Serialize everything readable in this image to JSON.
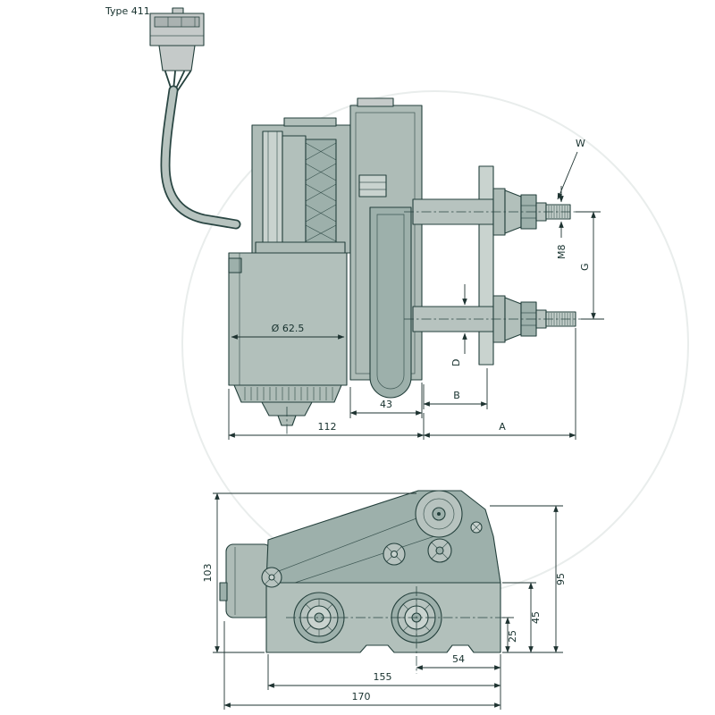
{
  "drawing": {
    "type_label": "Type 411",
    "kind": "wiper-motor technical drawing, two orthographic views with dimensions"
  },
  "side_view": {
    "dims": {
      "w": "W",
      "m8": "M8",
      "g": "G",
      "d": "D",
      "b": "B",
      "a": "A",
      "len_43": "43",
      "len_112": "112",
      "dia_motor": "Ø 62.5"
    }
  },
  "front_view": {
    "dims": {
      "h_103": "103",
      "h_95": "95",
      "h_45": "45",
      "h_25": "25",
      "w_54": "54",
      "w_155": "155",
      "w_170": "170"
    }
  },
  "colors": {
    "line": "#24403c",
    "body": "#b2c0bb",
    "body_dark": "#9db0ab",
    "body_light": "#c9d3cf",
    "dimension": "#1e3331",
    "background": "#ffffff"
  }
}
